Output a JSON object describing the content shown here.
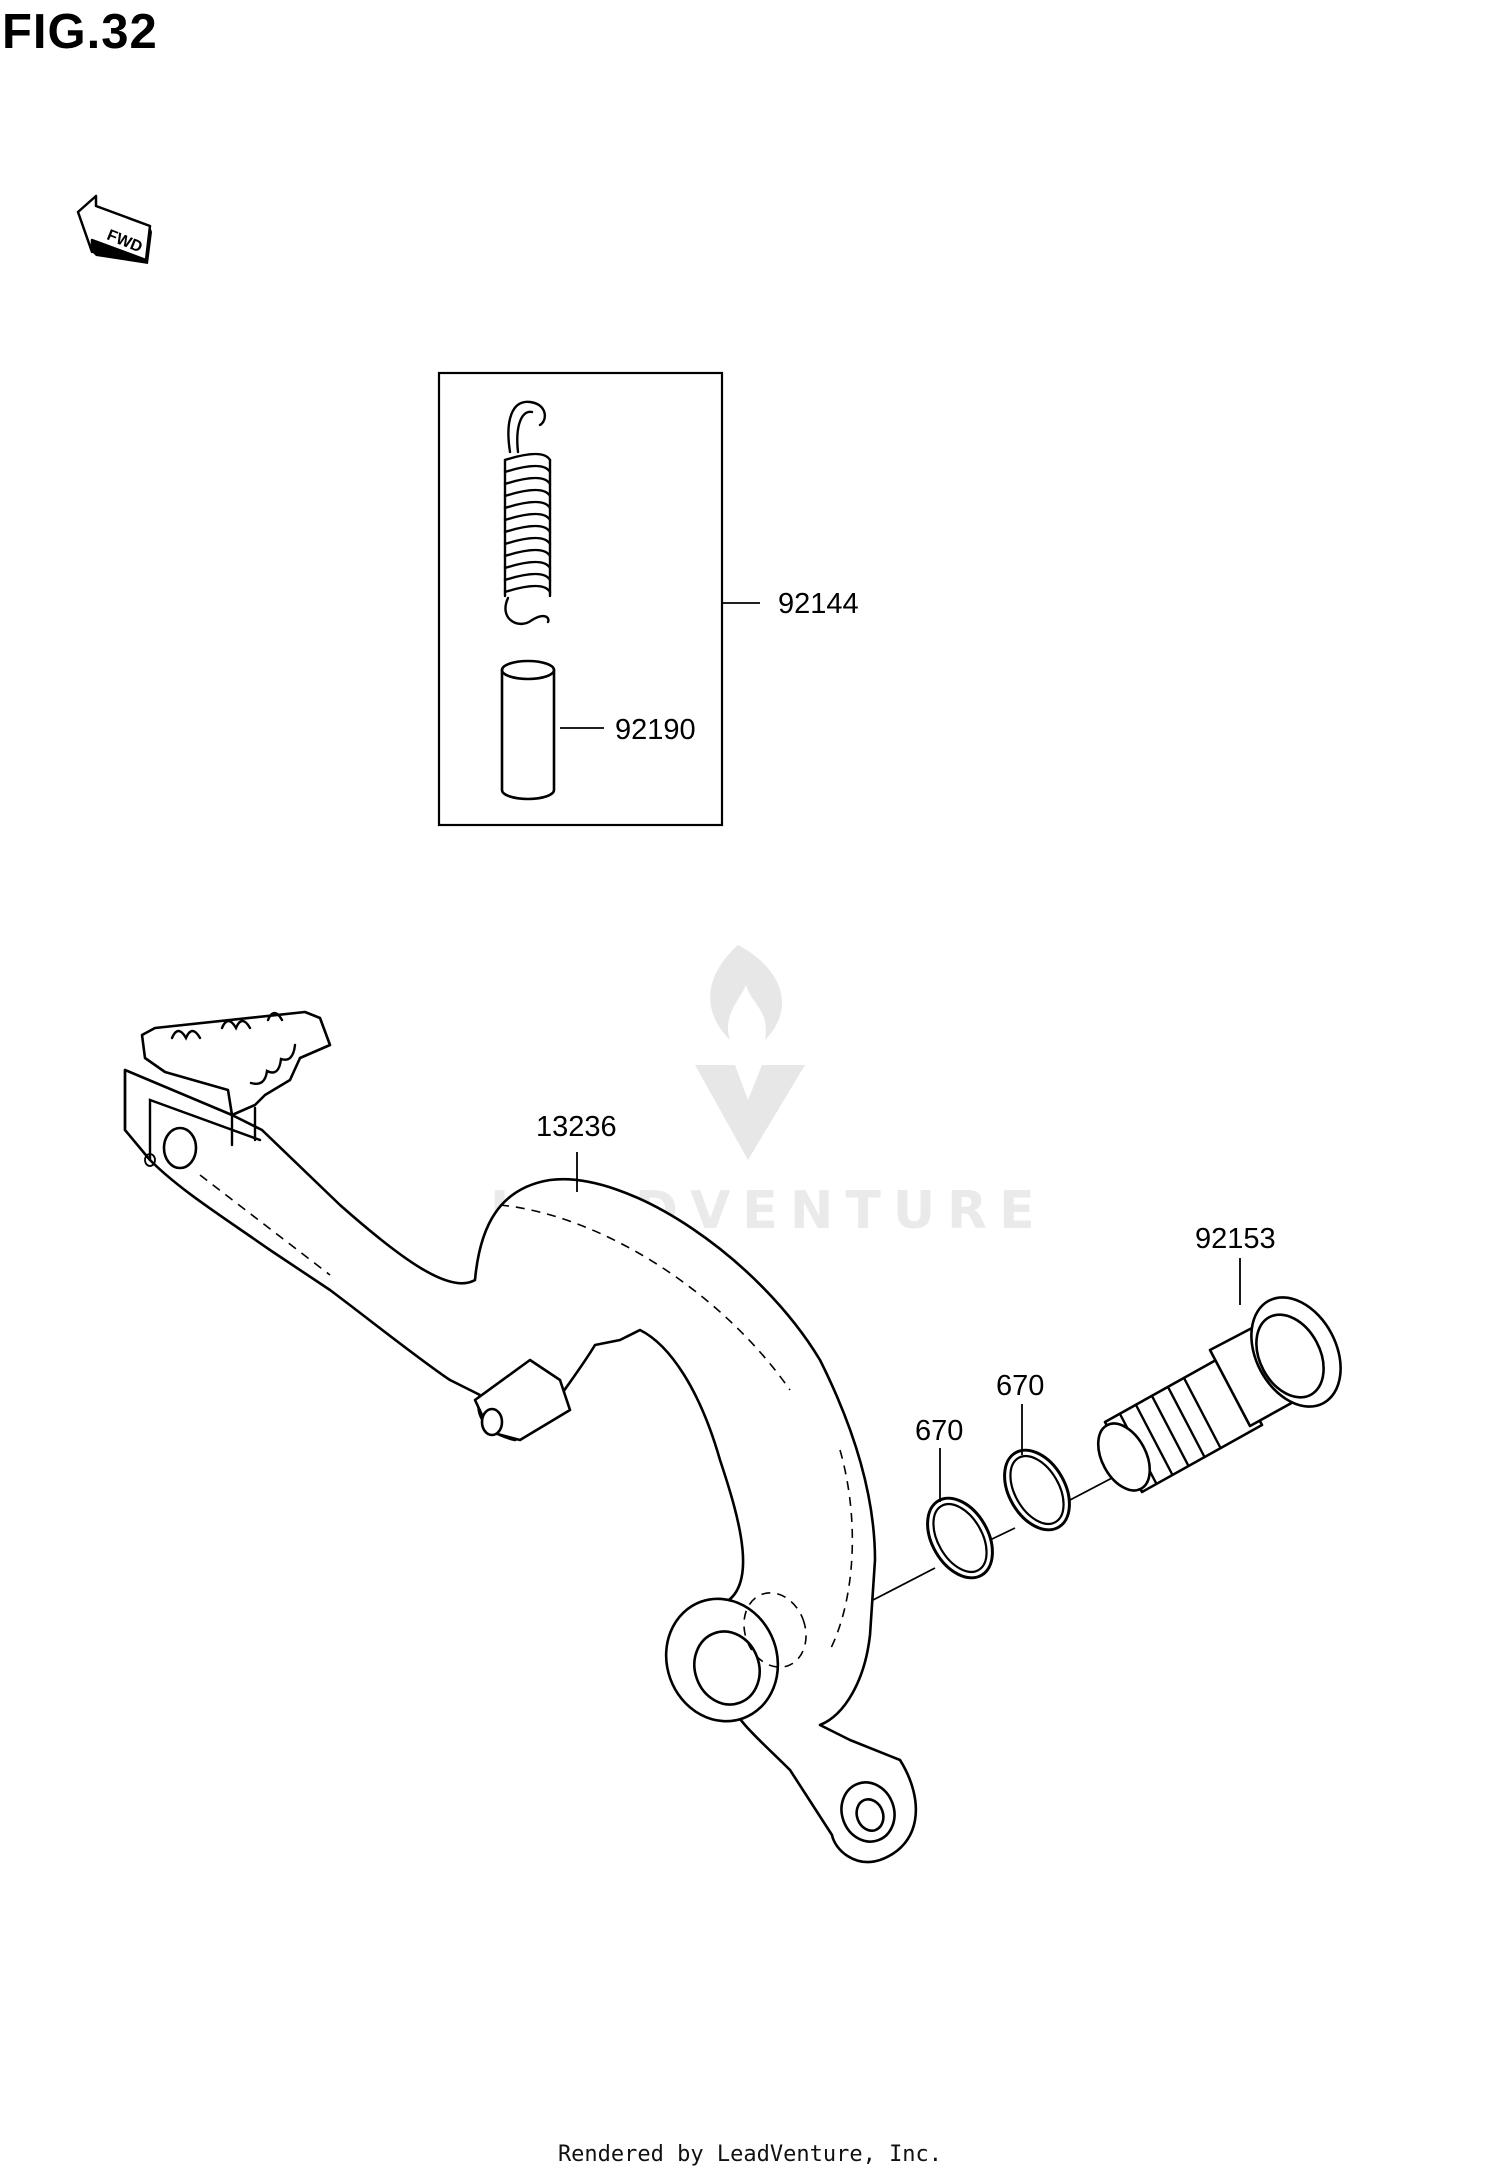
{
  "figure": {
    "title": "FIG.32"
  },
  "direction_indicator": {
    "label": "FWD"
  },
  "watermark": {
    "text": "LEADVENTURE"
  },
  "callouts": {
    "spring_assembly": "92144",
    "collar": "92190",
    "brake_pedal": "13236",
    "pivot_bolt": "92153",
    "o_ring_outer": "670",
    "o_ring_inner": "670"
  },
  "footer": {
    "text": "Rendered by LeadVenture, Inc."
  }
}
